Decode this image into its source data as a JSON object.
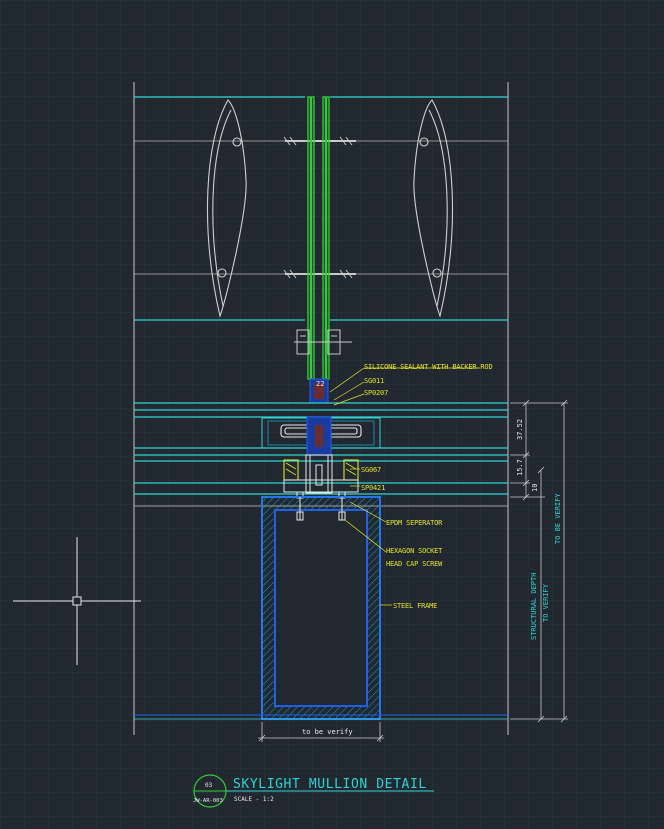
{
  "title": {
    "number": "03",
    "code": "JW-AR-003",
    "text": "SKYLIGHT MULLION DETAIL",
    "scale": "SCALE - 1:2"
  },
  "labels": {
    "silicone": "SILICONE SEALANT WITH BACKER ROD",
    "sg011": "SG011",
    "sp0207": "SP0207",
    "sg067": "SG067",
    "sp0421": "SP0421",
    "epdm": "EPDM SEPERATOR",
    "hex1": "HEXAGON SOCKET",
    "hex2": "HEAD CAP SCREW",
    "steel": "STEEL FRAME"
  },
  "dimensions": {
    "gap": "22",
    "d1": "37.52",
    "d2": "15.7",
    "d3": "10",
    "tbv1": "TO BE VERIFY",
    "sd1": "STRUCTURAL DEPTH",
    "sd2": "TO VERIFY",
    "width": "to be verify"
  },
  "colors": {
    "background": "#212830",
    "grid": "#2c3540",
    "cyan": "#2fd4d4",
    "green": "#36c83a",
    "blue": "#1e60e8",
    "yellow": "#e2e22a",
    "white": "#e8e8e8"
  }
}
